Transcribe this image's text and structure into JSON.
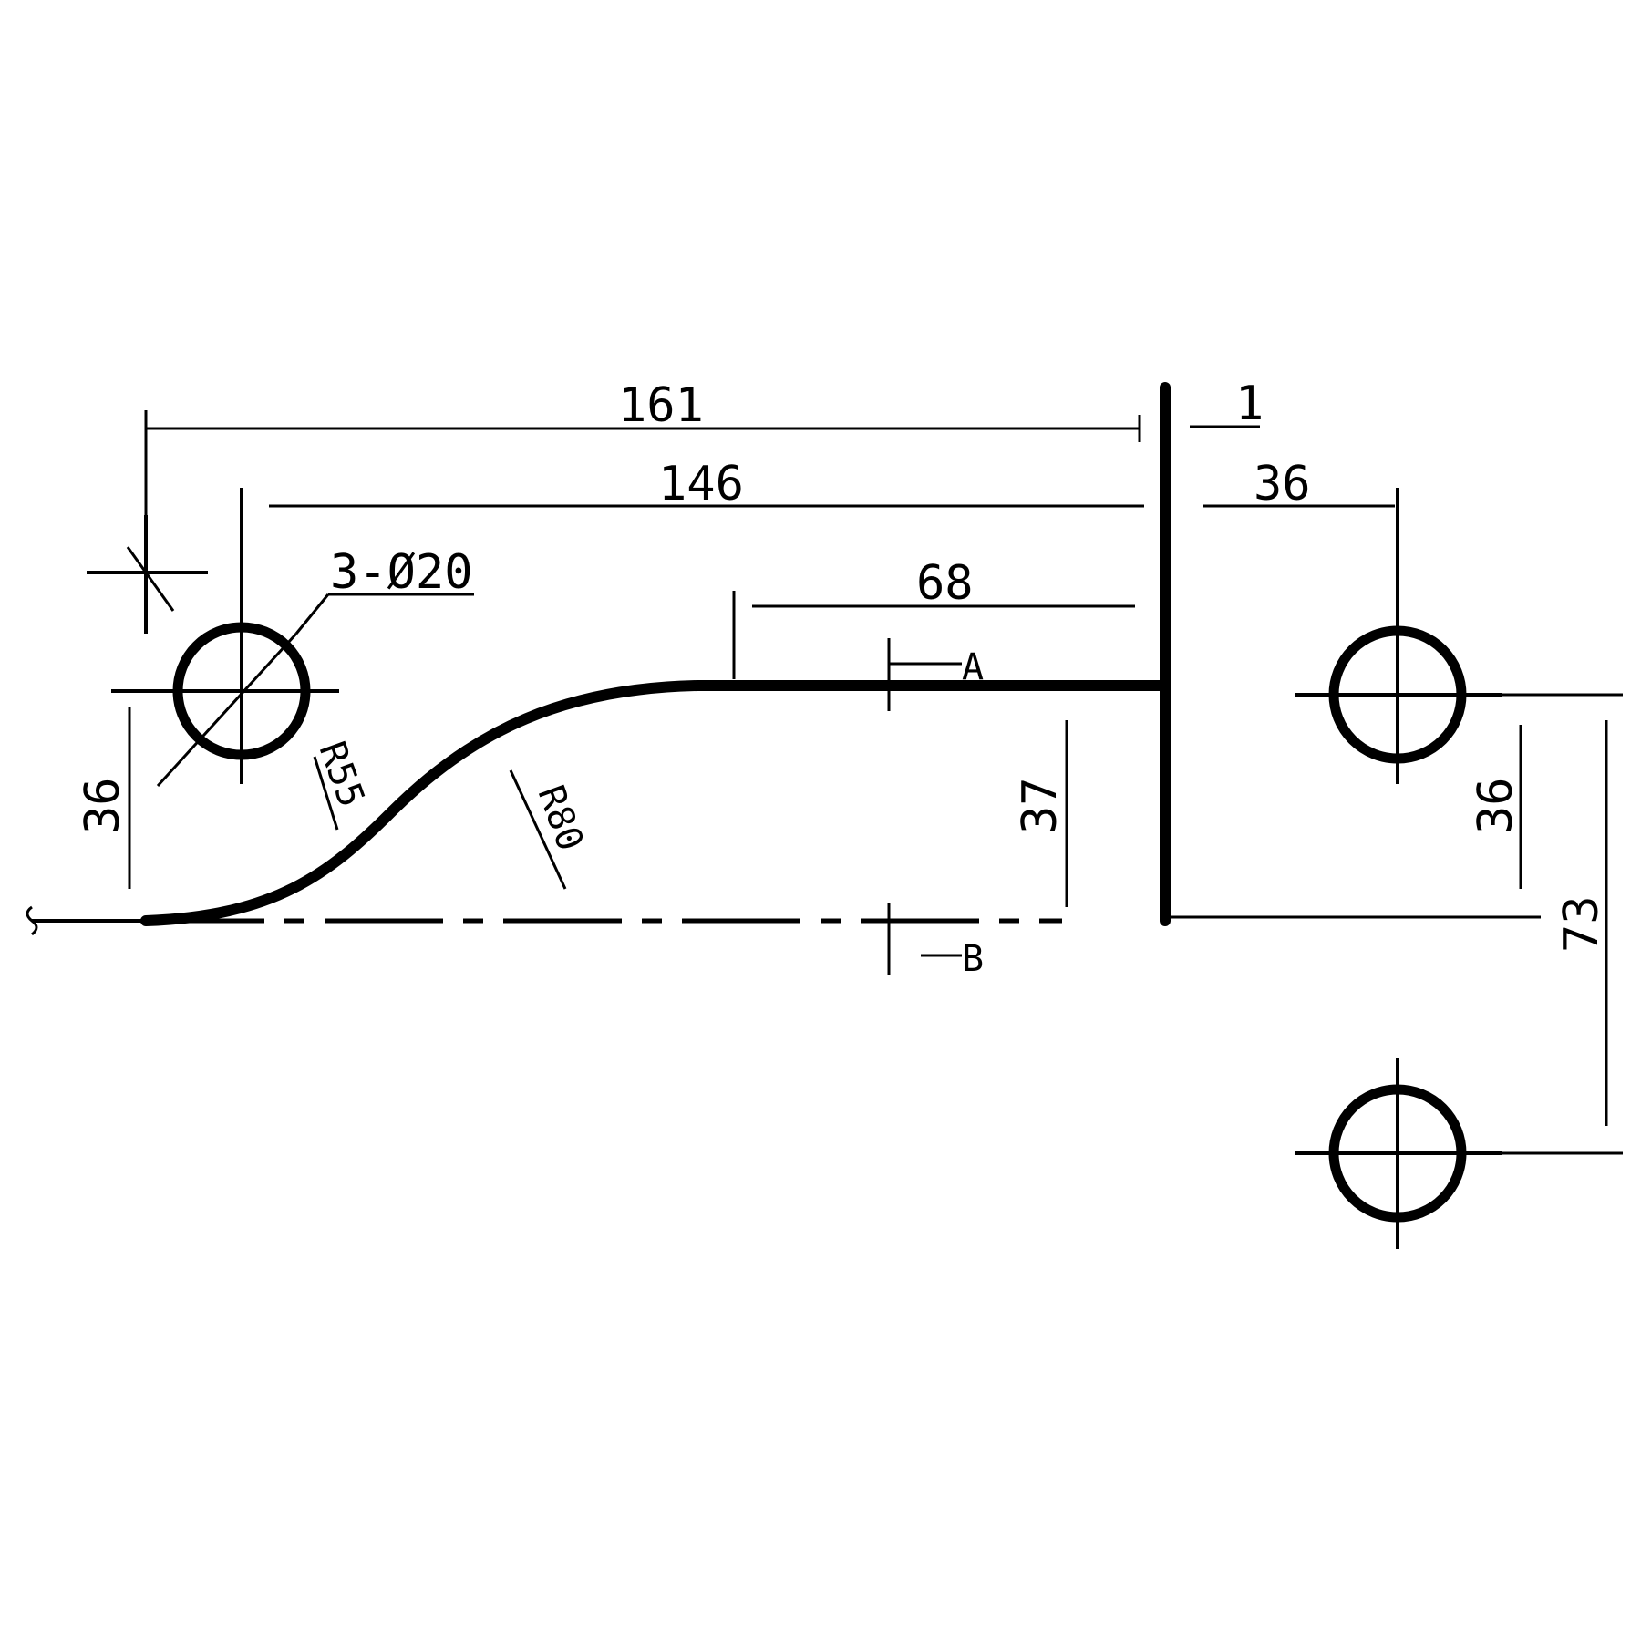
{
  "drawing": {
    "dimensions": {
      "d161": "161",
      "d146": "146",
      "d68": "68",
      "d1": "1",
      "d36_top": "36",
      "d36_left": "36",
      "d37": "37",
      "d36_right": "36",
      "d73": "73"
    },
    "hole_callout": "3-Ø20",
    "radius_r55": "R55",
    "radius_r80": "R80",
    "section_a": "A",
    "section_b": "B"
  }
}
